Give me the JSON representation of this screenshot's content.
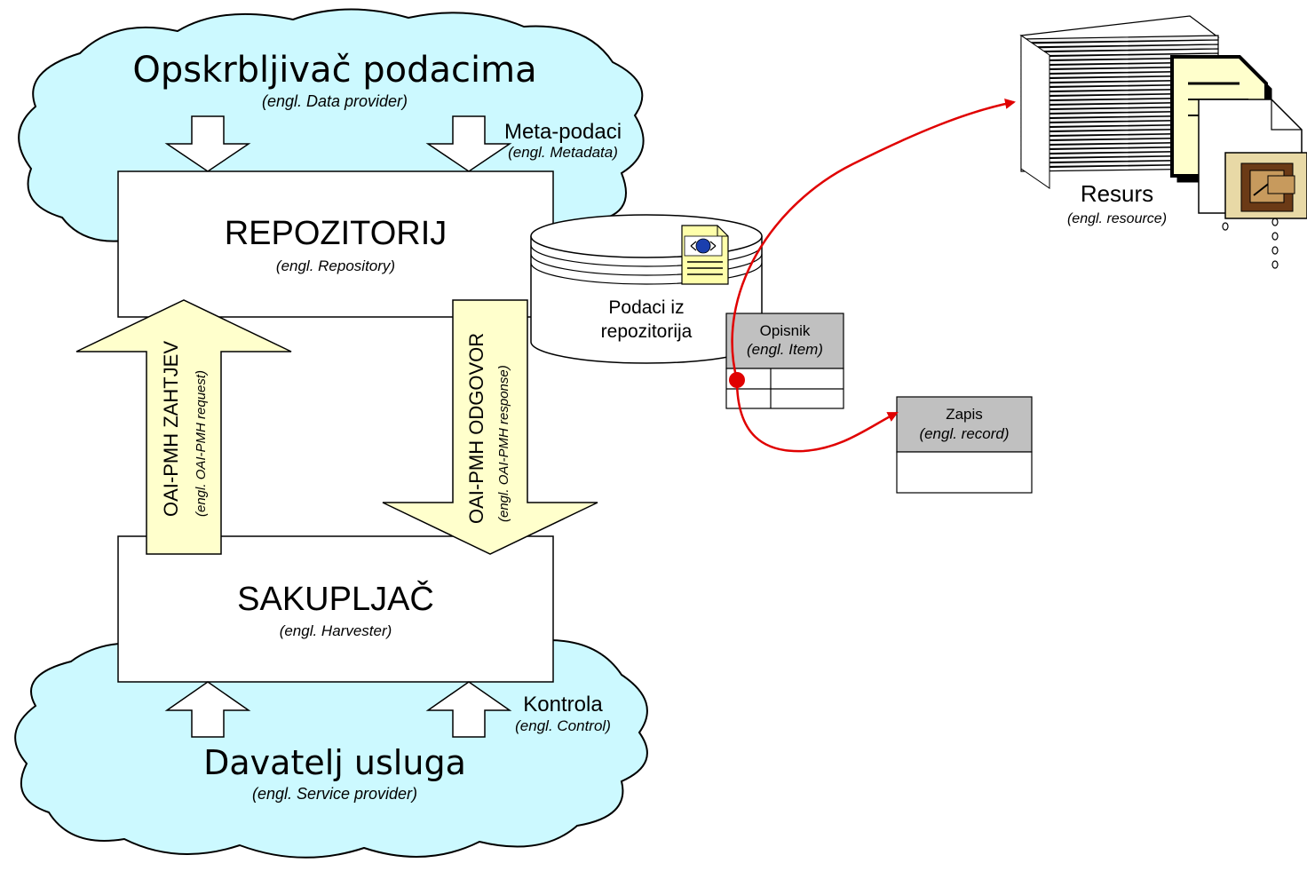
{
  "colors": {
    "cloud_fill": "#ccf9ff",
    "arrow_fill": "#ffffcc",
    "table_header": "#c0c0c0",
    "link_red": "#e00000"
  },
  "data_provider": {
    "title": "Opskrbljivač podacima",
    "subtitle": "(engl. Data provider)"
  },
  "metadata": {
    "label": "Meta-podaci",
    "sublabel": "(engl. Metadata)"
  },
  "repository": {
    "title": "REPOZITORIJ",
    "subtitle": "(engl. Repository)"
  },
  "request_arrow": {
    "label": "OAI-PMH ZAHTJEV",
    "sublabel": "(engl. OAI-PMH request)"
  },
  "response_arrow": {
    "label": "OAI-PMH ODGOVOR",
    "sublabel": "(engl. OAI-PMH response)"
  },
  "harvester": {
    "title": "SAKUPLJAČ",
    "subtitle": "(engl. Harvester)"
  },
  "control": {
    "label": "Kontrola",
    "sublabel": "(engl. Control)"
  },
  "service_provider": {
    "title": "Davatelj usluga",
    "subtitle": "(engl. Service provider)"
  },
  "repo_data": {
    "line1": "Podaci iz",
    "line2": "repozitorija"
  },
  "item": {
    "title": "Opisnik",
    "subtitle": "(engl. Item)"
  },
  "record": {
    "title": "Zapis",
    "subtitle": "(engl. record)"
  },
  "resource": {
    "title": "Resurs",
    "subtitle": "(engl. resource)"
  },
  "icons": {
    "xml_document": "xml-document-icon",
    "paper_stack": "paper-stack-icon",
    "document": "document-icon",
    "folder": "folder-icon"
  }
}
